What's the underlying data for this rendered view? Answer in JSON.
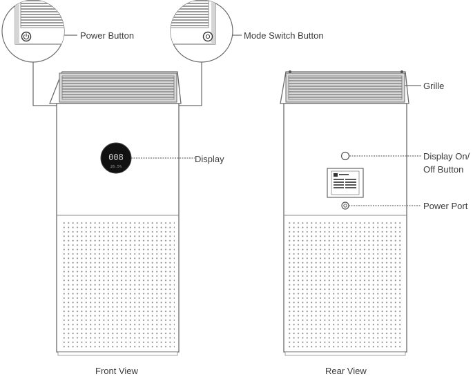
{
  "labels": {
    "power_button": "Power Button",
    "mode_switch_button": "Mode Switch Button",
    "display": "Display",
    "grille": "Grille",
    "display_on_off_line1": "Display On/",
    "display_on_off_line2": "Off Button",
    "power_port": "Power Port"
  },
  "captions": {
    "front": "Front View",
    "rear": "Rear View"
  },
  "display_readout": {
    "top": "008",
    "bottom": "26.5%"
  }
}
